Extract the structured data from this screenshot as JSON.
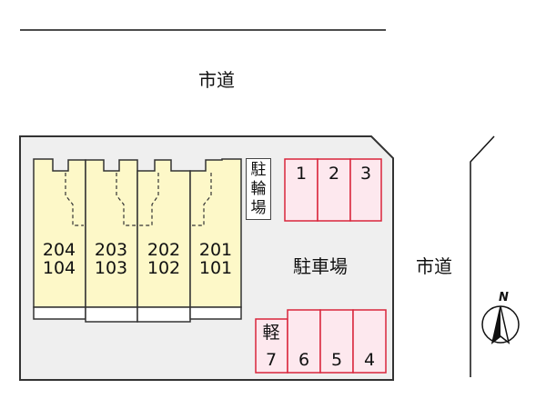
{
  "roads": {
    "top_label": "市道",
    "right_label": "市道"
  },
  "parking": {
    "label": "駐車場",
    "slots_top": [
      "1",
      "2",
      "3"
    ],
    "slots_bottom": [
      "6",
      "5",
      "4"
    ],
    "kei_slot_label": "軽",
    "kei_slot_number": "7"
  },
  "bike_parking": {
    "chars": [
      "駐",
      "輪",
      "場"
    ]
  },
  "units": [
    {
      "upper": "204",
      "lower": "104"
    },
    {
      "upper": "203",
      "lower": "103"
    },
    {
      "upper": "202",
      "lower": "102"
    },
    {
      "upper": "201",
      "lower": "101"
    }
  ],
  "compass": {
    "letter": "N"
  },
  "colors": {
    "lot_fill": "#efefef",
    "building_fill": "#fdf8c8",
    "slot_fill": "#fde8ee",
    "slot_border": "#d9263c",
    "outline": "#333333"
  }
}
